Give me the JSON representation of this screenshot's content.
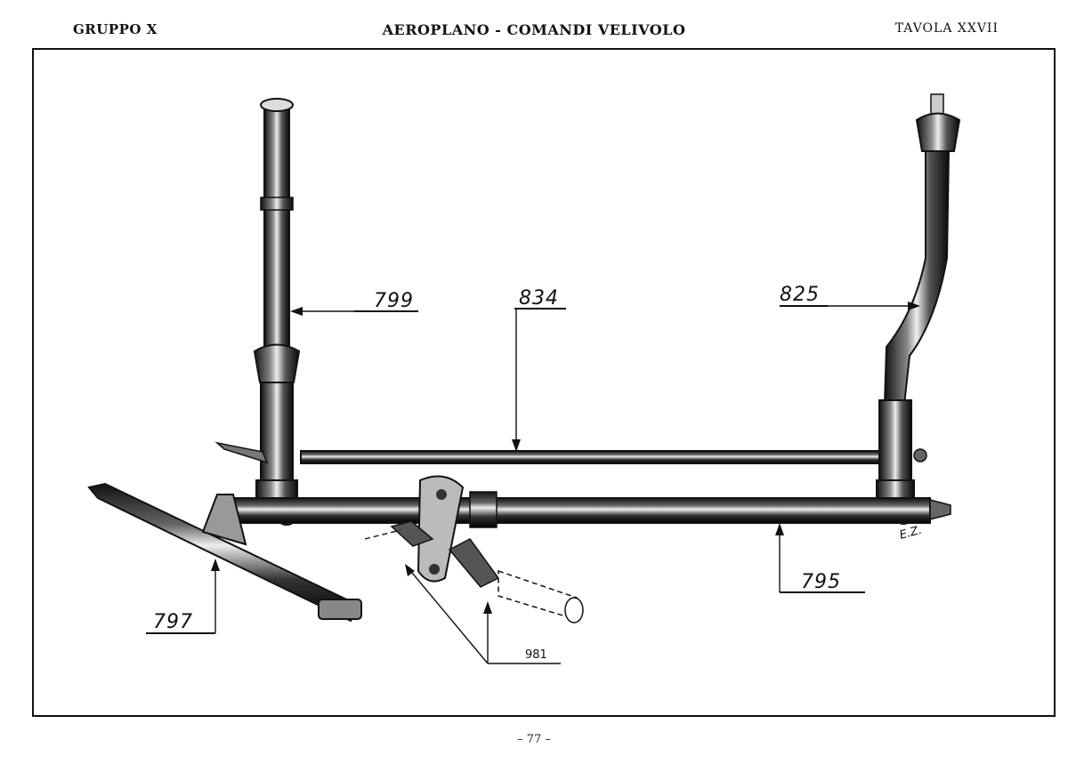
{
  "header": {
    "left": "GRUPPO X",
    "center": "AEROPLANO - COMANDI VELIVOLO",
    "right": "TAVOLA XXVII"
  },
  "callouts": {
    "p799": "799",
    "p834": "834",
    "p825": "825",
    "p795": "795",
    "p797": "797",
    "p981": "981"
  },
  "signature": "E.Z.",
  "footer": {
    "page": "– 77 –"
  }
}
